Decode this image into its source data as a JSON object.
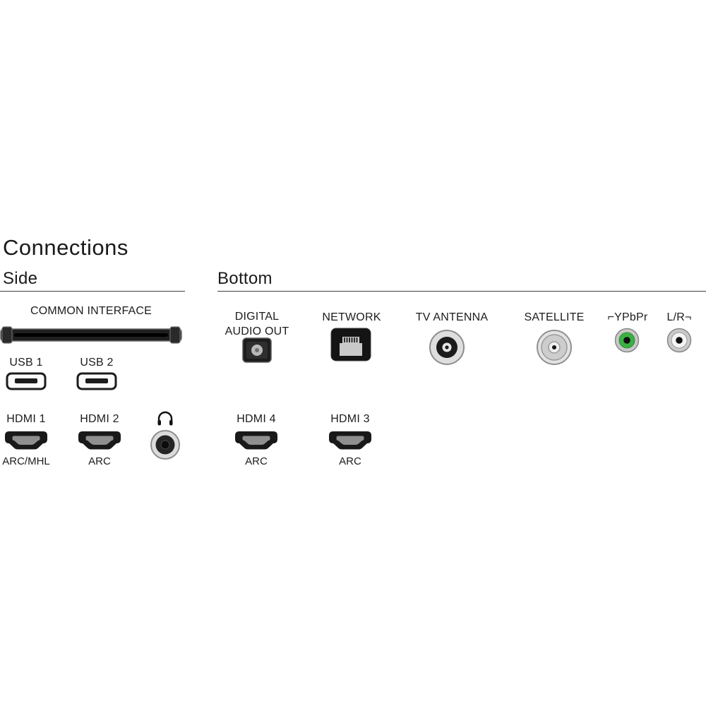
{
  "title": "Connections",
  "sections": {
    "side": {
      "label": "Side"
    },
    "bottom": {
      "label": "Bottom"
    }
  },
  "ports": {
    "common_interface": {
      "label": "COMMON INTERFACE"
    },
    "usb1": {
      "label": "USB 1"
    },
    "usb2": {
      "label": "USB 2"
    },
    "hdmi1": {
      "label": "HDMI 1",
      "sublabel": "ARC/MHL"
    },
    "hdmi2": {
      "label": "HDMI 2",
      "sublabel": "ARC"
    },
    "headphone": {
      "icon": "headphones-icon"
    },
    "digital_audio_out": {
      "line1": "DIGITAL",
      "line2": "AUDIO OUT"
    },
    "network": {
      "label": "NETWORK"
    },
    "tv_antenna": {
      "label": "TV ANTENNA"
    },
    "satellite": {
      "label": "SATELLITE"
    },
    "ypbpr": {
      "label": "⌐YPbPr"
    },
    "lr": {
      "label": "L/R¬"
    },
    "hdmi4": {
      "label": "HDMI 4",
      "sublabel": "ARC"
    },
    "hdmi3": {
      "label": "HDMI 3",
      "sublabel": "ARC"
    }
  },
  "colors": {
    "ypbpr_green": "#3cb043",
    "port_dark": "#1b1b1b",
    "metal_gray": "#dedede"
  }
}
